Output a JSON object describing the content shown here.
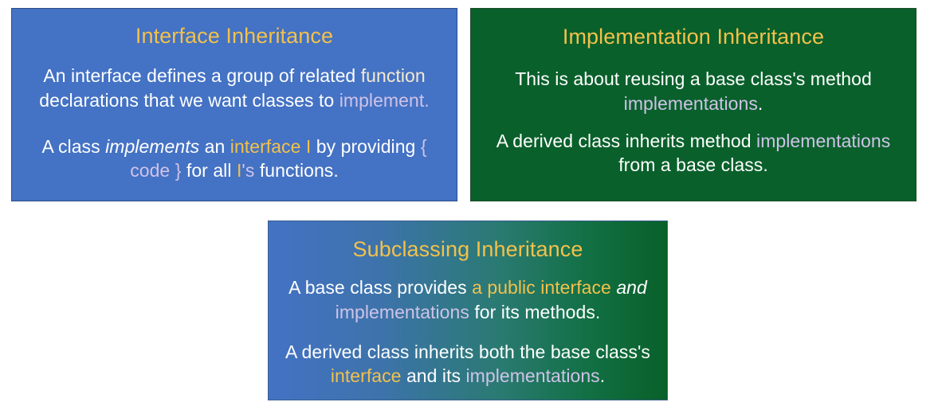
{
  "diagram": {
    "title_color": "#f2c14b",
    "body_color": "#ffffff",
    "accent_gold": "#f2c14b",
    "accent_violet": "#cfc3e8",
    "accent_cream": "#f5ead0",
    "blue": "#4472c4",
    "green": "#09602b",
    "panels": [
      {
        "id": "interface-inheritance",
        "title": "Interface Inheritance",
        "background": "#4472c4",
        "paragraph1": {
          "seg1": "An interface defines a group of related ",
          "seg2": "function",
          "seg3": " declarations that we want classes to ",
          "seg4": "implement",
          "seg5": "."
        },
        "paragraph2": {
          "seg1": "A class ",
          "seg2": "implements",
          "seg3": " an ",
          "seg4": "interface I",
          "seg5": " by providing ",
          "seg6": "{ code }",
          "seg7": " for all ",
          "seg8": "I",
          "seg9": "'s",
          "seg10": " functions."
        }
      },
      {
        "id": "implementation-inheritance",
        "title": "Implementation Inheritance",
        "background": "#09602b",
        "paragraph1": {
          "seg1": "This is about reusing a base class's method ",
          "seg2": "implementations",
          "seg3": "."
        },
        "paragraph2": {
          "seg1": "A derived class inherits method ",
          "seg2": "implementations",
          "seg3": " from a base class."
        }
      },
      {
        "id": "subclassing-inheritance",
        "title": "Subclassing Inheritance",
        "background": "linear-gradient blue to green",
        "paragraph1": {
          "seg1": "A base class provides ",
          "seg2": "a public interface",
          "seg3": " ",
          "seg4": "and",
          "seg5": " ",
          "seg6": "implementations",
          "seg7": " for its methods."
        },
        "paragraph2": {
          "seg1": "A derived class inherits both the base class's ",
          "seg2": "interface",
          "seg3": " and its ",
          "seg4": "implementations",
          "seg5": "."
        }
      }
    ]
  }
}
